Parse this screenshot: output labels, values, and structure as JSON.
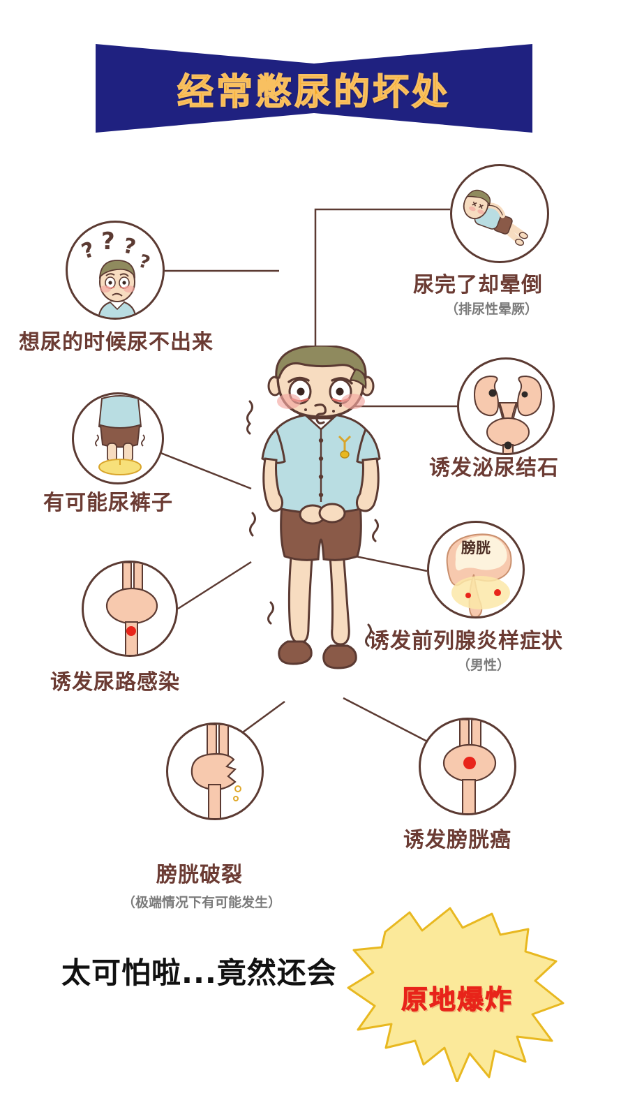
{
  "title": {
    "banner_text": "经常憋尿的坏处",
    "banner_bg": "#1f2180",
    "banner_text_color": "#f5a623"
  },
  "theme": {
    "label_color": "#6b3b33",
    "sublabel_color": "#7b7b7b",
    "circle_stroke": "#5b3a32",
    "connector_color": "#5b3a32",
    "organ_fill": "#f7c9ae",
    "shirt_color": "#b9dde2",
    "shorts_color": "#8a5a48",
    "skin_color": "#f7dcc0",
    "hair_color": "#8f8a5e",
    "burst_fill": "#fbe99a",
    "burst_stroke": "#e8b820",
    "burst_text_color": "#e8241a",
    "bottom_text_color": "#111111"
  },
  "nodes": [
    {
      "id": "fainting",
      "icon": "person-lying-fainted-icon",
      "label": "尿完了却晕倒",
      "sublabel": "（排尿性晕厥）"
    },
    {
      "id": "cannot-urinate",
      "icon": "confused-man-question-marks-icon",
      "label": "想尿的时候尿不出来",
      "sublabel": ""
    },
    {
      "id": "wet-pants",
      "icon": "person-wetting-pants-icon",
      "label": "有可能尿裤子",
      "sublabel": ""
    },
    {
      "id": "urinary-stones",
      "icon": "kidneys-with-stones-icon",
      "label": "诱发泌尿结石",
      "sublabel": ""
    },
    {
      "id": "prostatitis",
      "icon": "prostate-bladder-icon",
      "label": "诱发前列腺炎样症状",
      "sublabel": "（男性）",
      "inner_text": "膀胱"
    },
    {
      "id": "urinary-infection",
      "icon": "bladder-infection-icon",
      "label": "诱发尿路感染",
      "sublabel": ""
    },
    {
      "id": "bladder-cancer",
      "icon": "bladder-tumor-icon",
      "label": "诱发膀胱癌",
      "sublabel": ""
    },
    {
      "id": "bladder-rupture",
      "icon": "bladder-rupture-icon",
      "label": "膀胱破裂",
      "sublabel": "（极端情况下有可能发生）"
    }
  ],
  "footer": {
    "text": "太可怕啦...竟然还会",
    "burst_text": "原地爆炸"
  }
}
